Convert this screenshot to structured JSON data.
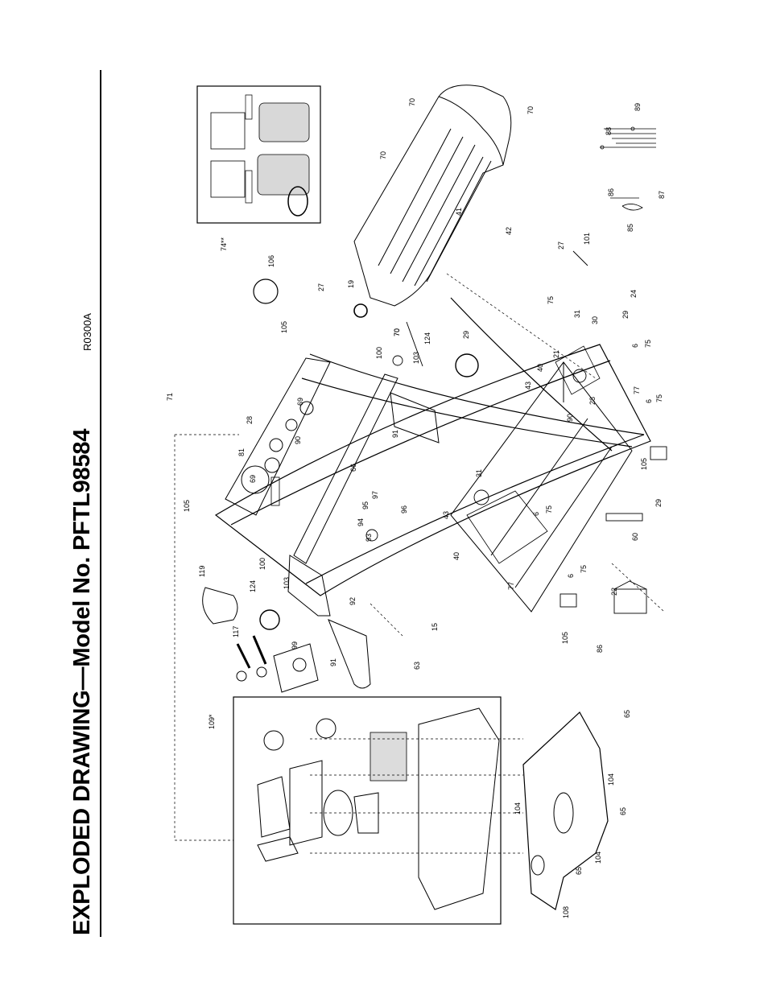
{
  "header": {
    "title": "EXPLODED DRAWING—Model No. PFTL98584",
    "drawing_code": "R0300A"
  },
  "callouts": [
    {
      "id": "c70a",
      "label": "70"
    },
    {
      "id": "c70b",
      "label": "70"
    },
    {
      "id": "c70c",
      "label": "70"
    },
    {
      "id": "c70d",
      "label": "70"
    },
    {
      "id": "c89",
      "label": "89"
    },
    {
      "id": "c88",
      "label": "88"
    },
    {
      "id": "c86a",
      "label": "86"
    },
    {
      "id": "c87",
      "label": "87"
    },
    {
      "id": "c85",
      "label": "85"
    },
    {
      "id": "c41",
      "label": "41"
    },
    {
      "id": "c42",
      "label": "42"
    },
    {
      "id": "c27a",
      "label": "27"
    },
    {
      "id": "c101",
      "label": "101"
    },
    {
      "id": "c75a",
      "label": "75"
    },
    {
      "id": "c24",
      "label": "24"
    },
    {
      "id": "c29a",
      "label": "29"
    },
    {
      "id": "c31a",
      "label": "31"
    },
    {
      "id": "c30",
      "label": "30"
    },
    {
      "id": "c6a",
      "label": "6"
    },
    {
      "id": "c75b",
      "label": "75"
    },
    {
      "id": "c74",
      "label": "74**"
    },
    {
      "id": "c106",
      "label": "106"
    },
    {
      "id": "c27b",
      "label": "27"
    },
    {
      "id": "c19",
      "label": "19"
    },
    {
      "id": "c105a",
      "label": "105"
    },
    {
      "id": "c70e",
      "label": "70"
    },
    {
      "id": "c124a",
      "label": "124"
    },
    {
      "id": "c103a",
      "label": "103"
    },
    {
      "id": "c100a",
      "label": "100"
    },
    {
      "id": "c29b",
      "label": "29"
    },
    {
      "id": "c40a",
      "label": "40"
    },
    {
      "id": "c21",
      "label": "21"
    },
    {
      "id": "c43a",
      "label": "43"
    },
    {
      "id": "c28a",
      "label": "28"
    },
    {
      "id": "c90a",
      "label": "90"
    },
    {
      "id": "c6b",
      "label": "6"
    },
    {
      "id": "c77a",
      "label": "77"
    },
    {
      "id": "c75c",
      "label": "75"
    },
    {
      "id": "c71",
      "label": "71"
    },
    {
      "id": "c28b",
      "label": "28"
    },
    {
      "id": "c69a",
      "label": "69"
    },
    {
      "id": "c90b",
      "label": "90"
    },
    {
      "id": "c91a",
      "label": "91"
    },
    {
      "id": "c81",
      "label": "81"
    },
    {
      "id": "c66",
      "label": "66"
    },
    {
      "id": "c105b",
      "label": "105"
    },
    {
      "id": "c29c",
      "label": "29"
    },
    {
      "id": "c105c",
      "label": "105"
    },
    {
      "id": "c69b",
      "label": "69"
    },
    {
      "id": "c97",
      "label": "97"
    },
    {
      "id": "c95",
      "label": "95"
    },
    {
      "id": "c96",
      "label": "96"
    },
    {
      "id": "c94",
      "label": "94"
    },
    {
      "id": "c93",
      "label": "93"
    },
    {
      "id": "c31b",
      "label": "31"
    },
    {
      "id": "c43b",
      "label": "43"
    },
    {
      "id": "c6c",
      "label": "6"
    },
    {
      "id": "c75d",
      "label": "75"
    },
    {
      "id": "c60",
      "label": "60"
    },
    {
      "id": "c40b",
      "label": "40"
    },
    {
      "id": "c119",
      "label": "119"
    },
    {
      "id": "c100b",
      "label": "100"
    },
    {
      "id": "c124b",
      "label": "124"
    },
    {
      "id": "c103b",
      "label": "103"
    },
    {
      "id": "c92",
      "label": "92"
    },
    {
      "id": "c77b",
      "label": "77"
    },
    {
      "id": "c6d",
      "label": "6"
    },
    {
      "id": "c75e",
      "label": "75"
    },
    {
      "id": "c22",
      "label": "22"
    },
    {
      "id": "c86b",
      "label": "86"
    },
    {
      "id": "c15",
      "label": "15"
    },
    {
      "id": "c105d",
      "label": "105"
    },
    {
      "id": "c117",
      "label": "117"
    },
    {
      "id": "c99",
      "label": "99"
    },
    {
      "id": "c91b",
      "label": "91"
    },
    {
      "id": "c63",
      "label": "63"
    },
    {
      "id": "c109",
      "label": "109*"
    },
    {
      "id": "c65a",
      "label": "65"
    },
    {
      "id": "c104a",
      "label": "104"
    },
    {
      "id": "c65b",
      "label": "65"
    },
    {
      "id": "c104b",
      "label": "104"
    },
    {
      "id": "c104c",
      "label": "104"
    },
    {
      "id": "c65c",
      "label": "65"
    },
    {
      "id": "c108",
      "label": "108"
    }
  ]
}
